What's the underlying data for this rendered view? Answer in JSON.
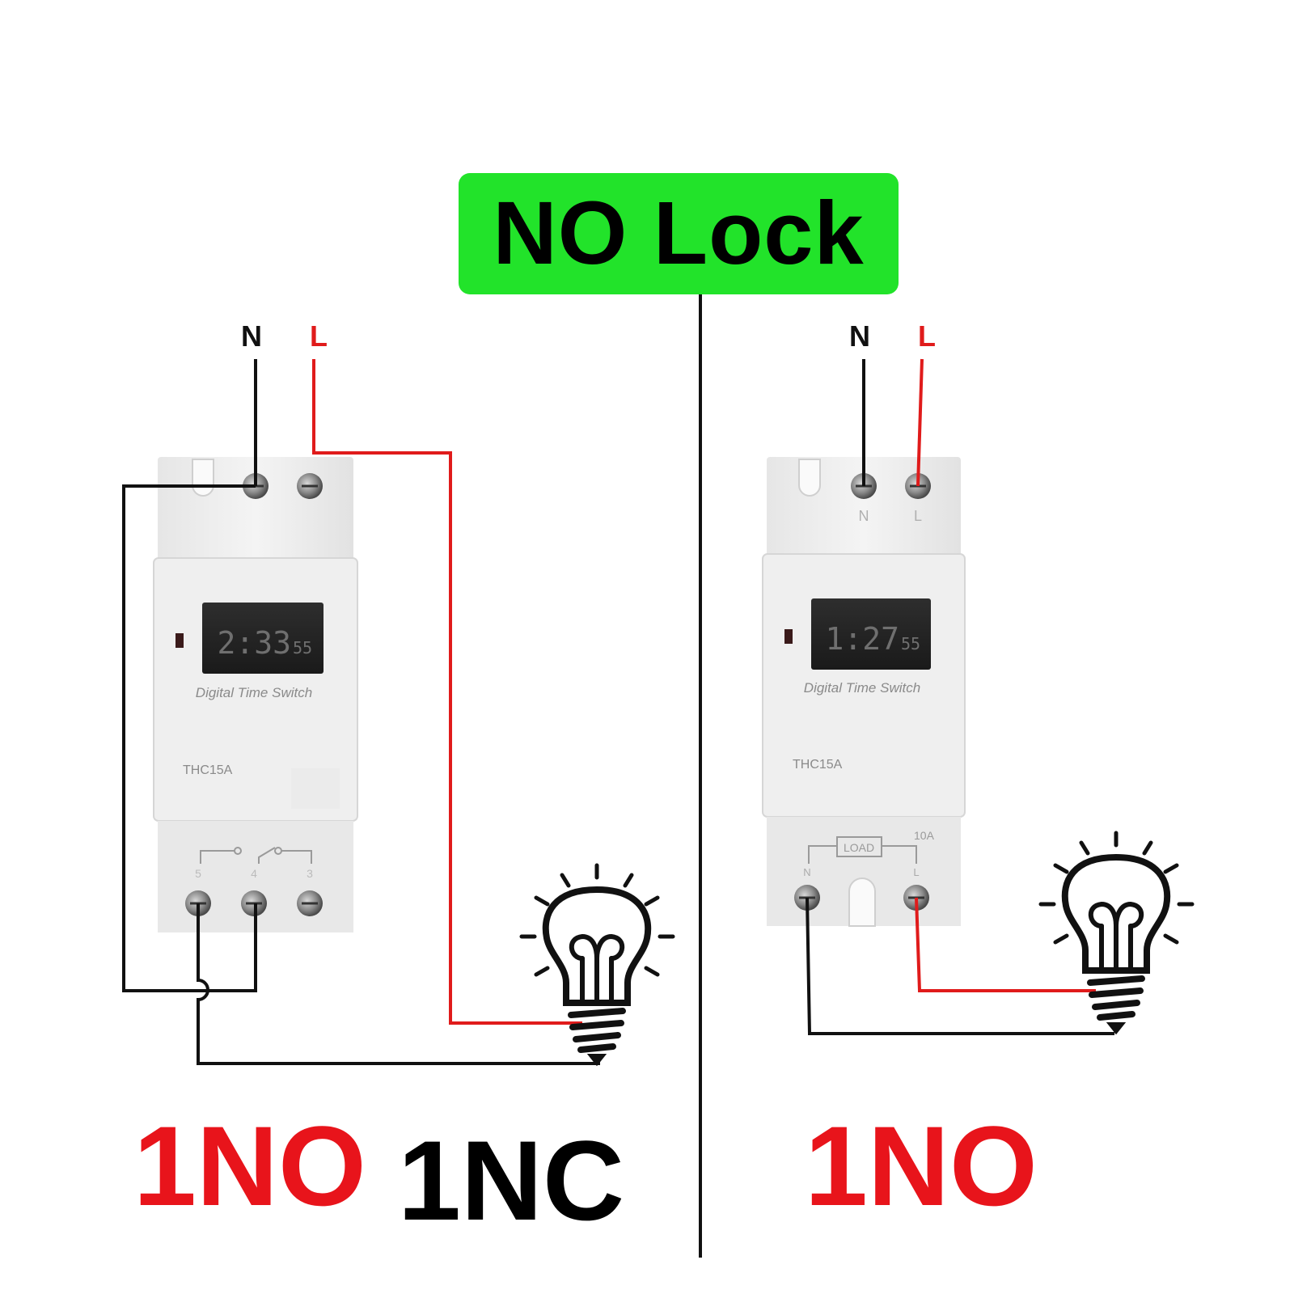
{
  "banner": {
    "text": "NO Lock",
    "color": "#22e32a"
  },
  "left_module": {
    "top_labels": {
      "n": "N",
      "l": "L"
    },
    "lcd_text": "2:33",
    "lcd_small": "55",
    "brand": "Digital Time Switch",
    "model": "THC15A",
    "bottom_terminals": [
      "5",
      "4",
      "3"
    ],
    "footer_title": {
      "part_red": "1NO",
      "part_black": "1NC"
    }
  },
  "right_module": {
    "top_labels": {
      "n": "N",
      "l": "L"
    },
    "terminal_labels": {
      "n": "N",
      "l": "L"
    },
    "lcd_text": "1:27",
    "lcd_small": "55",
    "brand": "Digital Time Switch",
    "model": "THC15A",
    "load_label": "LOAD",
    "rating": "10A",
    "bottom_terminal_labels": {
      "n": "N",
      "l": "L"
    },
    "footer_title": "1NO"
  },
  "colors": {
    "live": "#e01b1b",
    "neutral": "#111111",
    "title_red": "#e8141b"
  }
}
